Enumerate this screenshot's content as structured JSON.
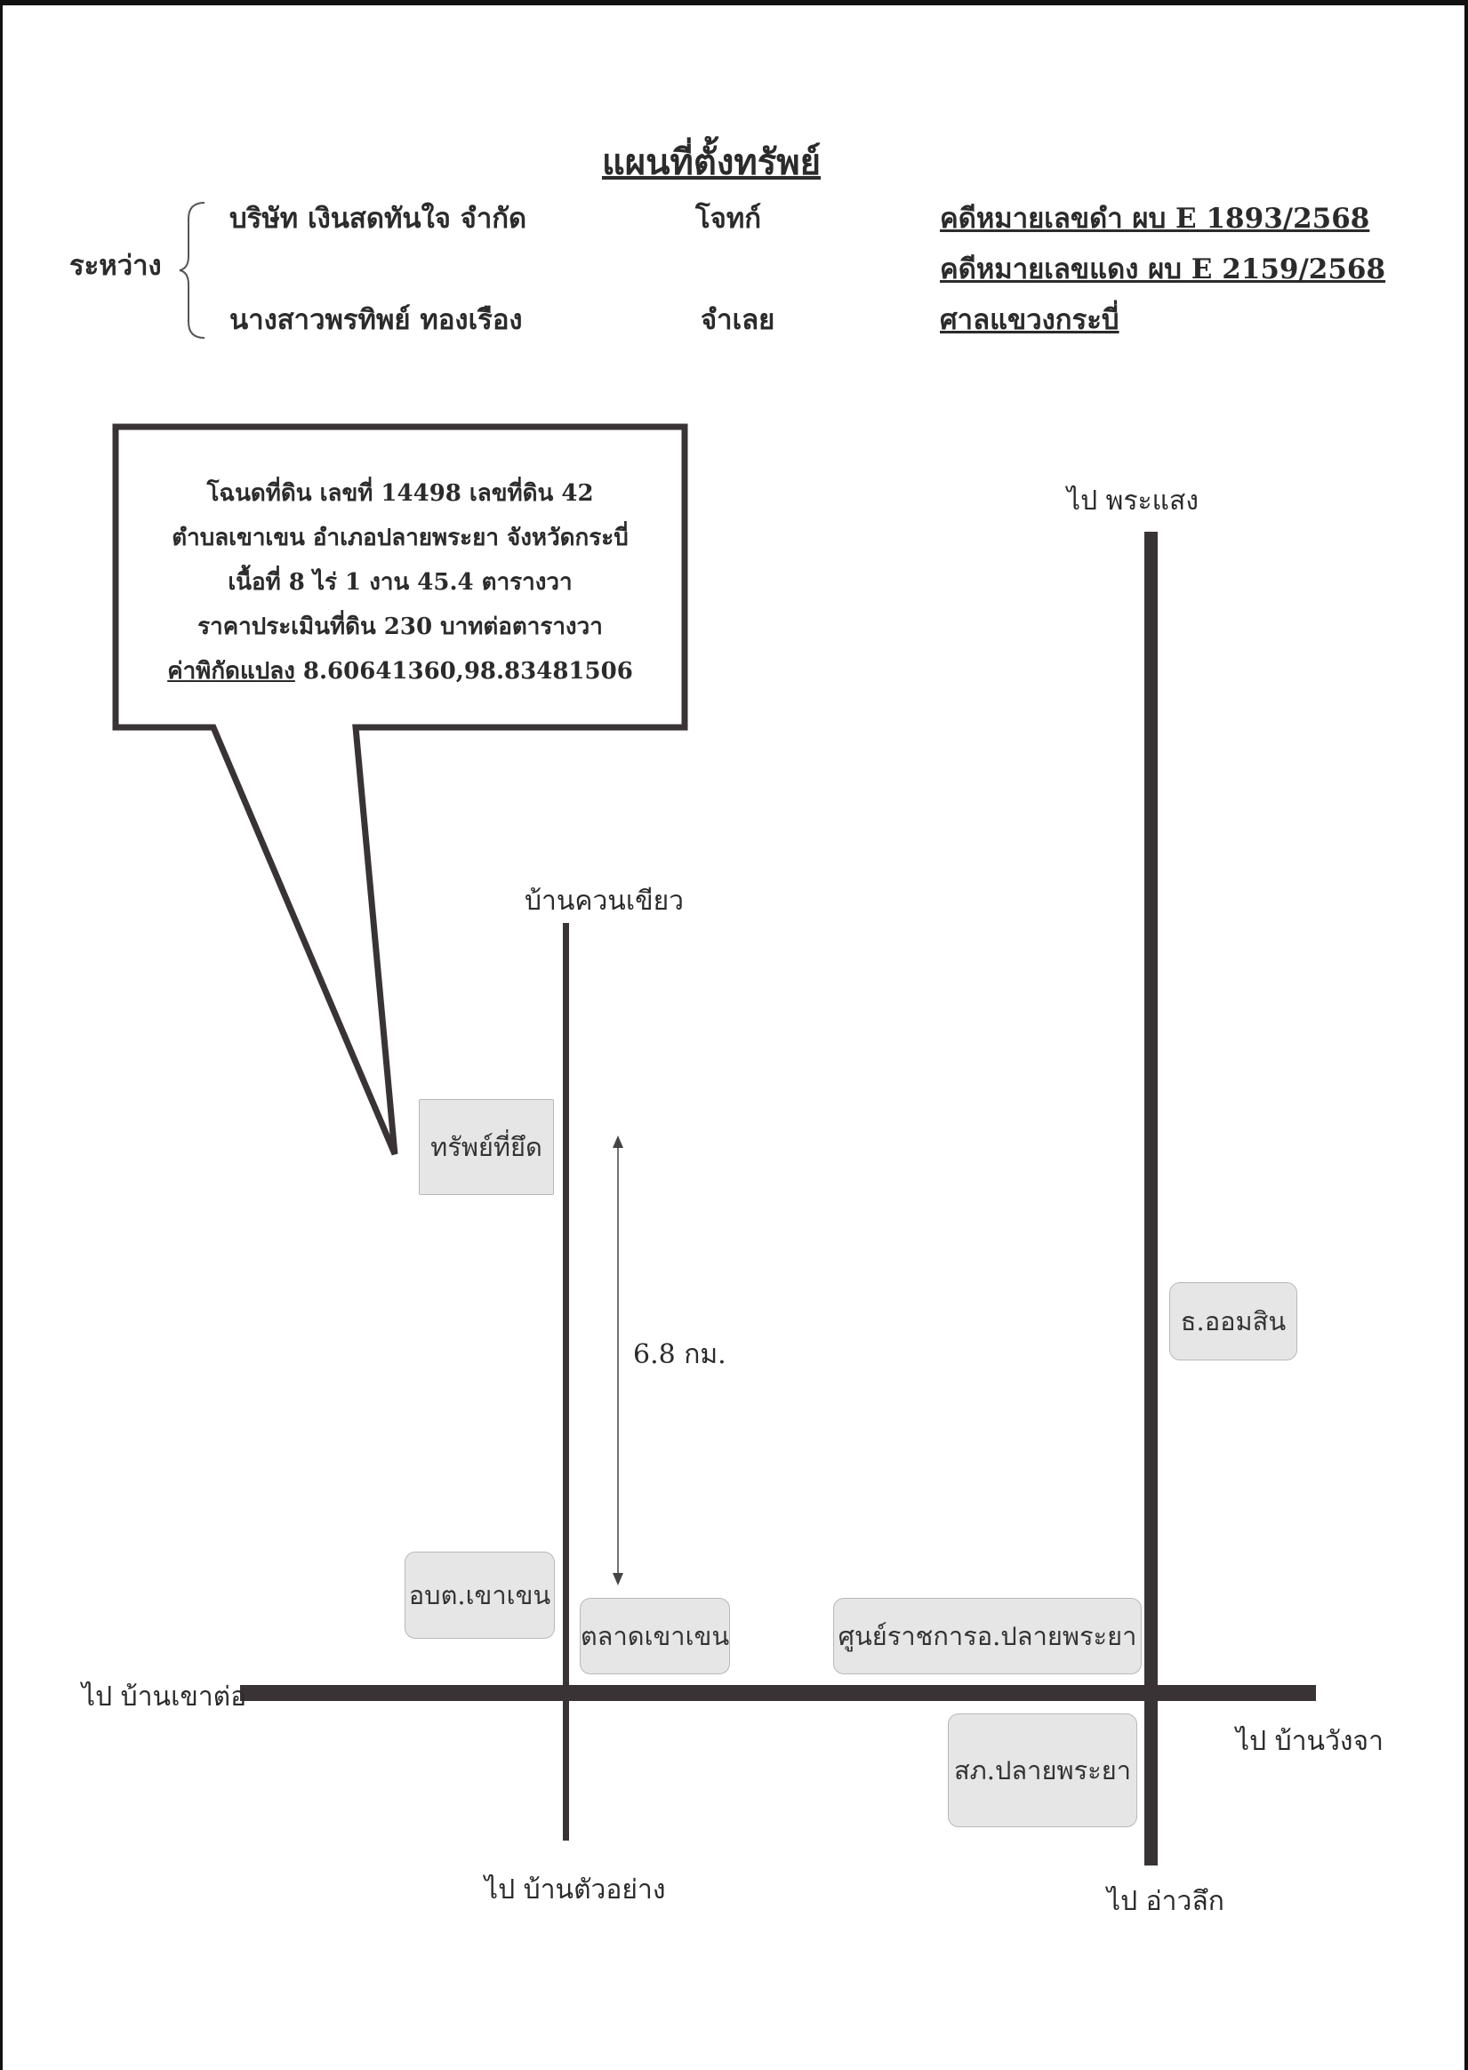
{
  "document": {
    "title": "แผนที่ตั้งทรัพย์",
    "between_label": "ระหว่าง",
    "plaintiff": {
      "name": "บริษัท เงินสดทันใจ จำกัด",
      "role": "โจทก์"
    },
    "defendant": {
      "name": "นางสาวพรทิพย์ ทองเรือง",
      "role": "จำเลย"
    },
    "case": {
      "black_case": "คดีหมายเลขดำ ผบ E 1893/2568",
      "red_case": "คดีหมายเลขแดง ผบ E 2159/2568",
      "court": "ศาลแขวงกระบี่"
    }
  },
  "property_info": {
    "line1": "โฉนดที่ดิน เลขที่ 14498  เลขที่ดิน 42",
    "line2": "ตำบลเขาเขน  อำเภอปลายพระยา จังหวัดกระบี่",
    "line3": "เนื้อที่ 8 ไร่ 1 งาน 45.4 ตารางวา",
    "line4": "ราคาประเมินที่ดิน 230 บาทต่อตารางวา",
    "coord_label": "ค่าพิกัดแปลง",
    "coord_value": "8.60641360,98.83481506"
  },
  "map": {
    "directions": {
      "north_east": "ไป พระแสง",
      "north_west": "บ้านควนเขียว",
      "west": "ไป บ้านเขาต่อ",
      "east": "ไป บ้านวังจา",
      "south_west": "ไป บ้านตัวอย่าง",
      "south_east": "ไป อ่าวลึก"
    },
    "distance": "6.8 กม.",
    "landmarks": {
      "property": "ทรัพย์ที่ยึด",
      "gsb_bank": "ธ.ออมสิน",
      "obt_khaokhen": "อบต.เขาเขน",
      "khaokhen_market": "ตลาดเขาเขน",
      "government_center": "ศูนย์ราชการอ.ปลายพระยา",
      "police_station": "สภ.ปลายพระยา"
    },
    "colors": {
      "road": "#3a3335",
      "landmark_fill": "#e6e6e6",
      "callout_border": "#3a3335"
    }
  }
}
